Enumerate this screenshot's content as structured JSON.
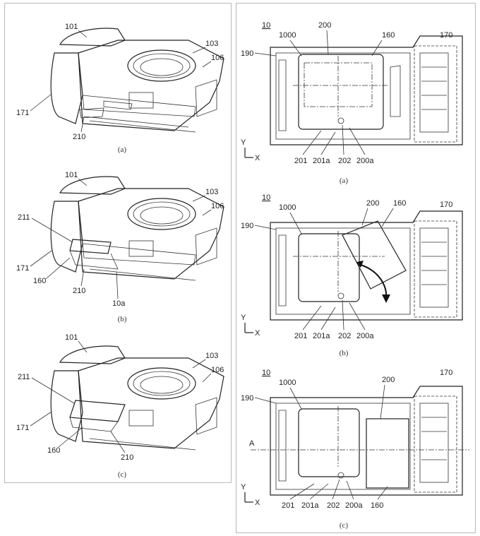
{
  "left_figures": [
    {
      "caption": "(a)",
      "labels": [
        "101",
        "103",
        "106",
        "171",
        "210"
      ]
    },
    {
      "caption": "(b)",
      "labels": [
        "101",
        "103",
        "106",
        "211",
        "171",
        "160",
        "210",
        "10a"
      ]
    },
    {
      "caption": "(c)",
      "labels": [
        "101",
        "103",
        "106",
        "211",
        "171",
        "160",
        "210"
      ]
    }
  ],
  "right_figures": [
    {
      "caption": "(a)",
      "labels": [
        "10",
        "1000",
        "200",
        "160",
        "170",
        "190",
        "201",
        "201a",
        "202",
        "200a"
      ],
      "axes": [
        "Y",
        "X"
      ]
    },
    {
      "caption": "(b)",
      "labels": [
        "10",
        "1000",
        "200",
        "160",
        "170",
        "190",
        "201",
        "201a",
        "202",
        "200a"
      ],
      "axes": [
        "Y",
        "X"
      ]
    },
    {
      "caption": "(c)",
      "labels": [
        "10",
        "1000",
        "200",
        "170",
        "190",
        "A",
        "201",
        "201a",
        "202",
        "200a",
        "160"
      ],
      "axes": [
        "Y",
        "X"
      ]
    }
  ],
  "colors": {
    "line": "#222222",
    "border": "#b8b8b8",
    "background": "#ffffff"
  }
}
